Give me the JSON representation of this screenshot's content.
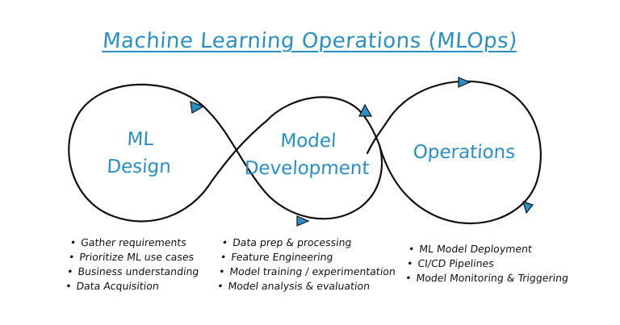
{
  "title": "Machine Learning Operations (MLOps)",
  "colors": {
    "accent": "#2a8fc6",
    "ink": "#111111"
  },
  "phases": [
    {
      "lines": [
        "ML",
        "Design"
      ]
    },
    {
      "lines": [
        "Model",
        "Development"
      ]
    },
    {
      "lines": [
        "Operations"
      ]
    }
  ],
  "bullets": {
    "design": [
      "Gather requirements",
      "Prioritize ML use cases",
      "Business understanding",
      "Data Acquisition"
    ],
    "development": [
      "Data prep & processing",
      "Feature Engineering",
      "Model training / experimentation",
      "Model analysis & evaluation"
    ],
    "operations": [
      "ML Model Deployment",
      "CI/CD Pipelines",
      "Model Monitoring & Triggering"
    ]
  },
  "icons": [
    "arrow-icon"
  ]
}
